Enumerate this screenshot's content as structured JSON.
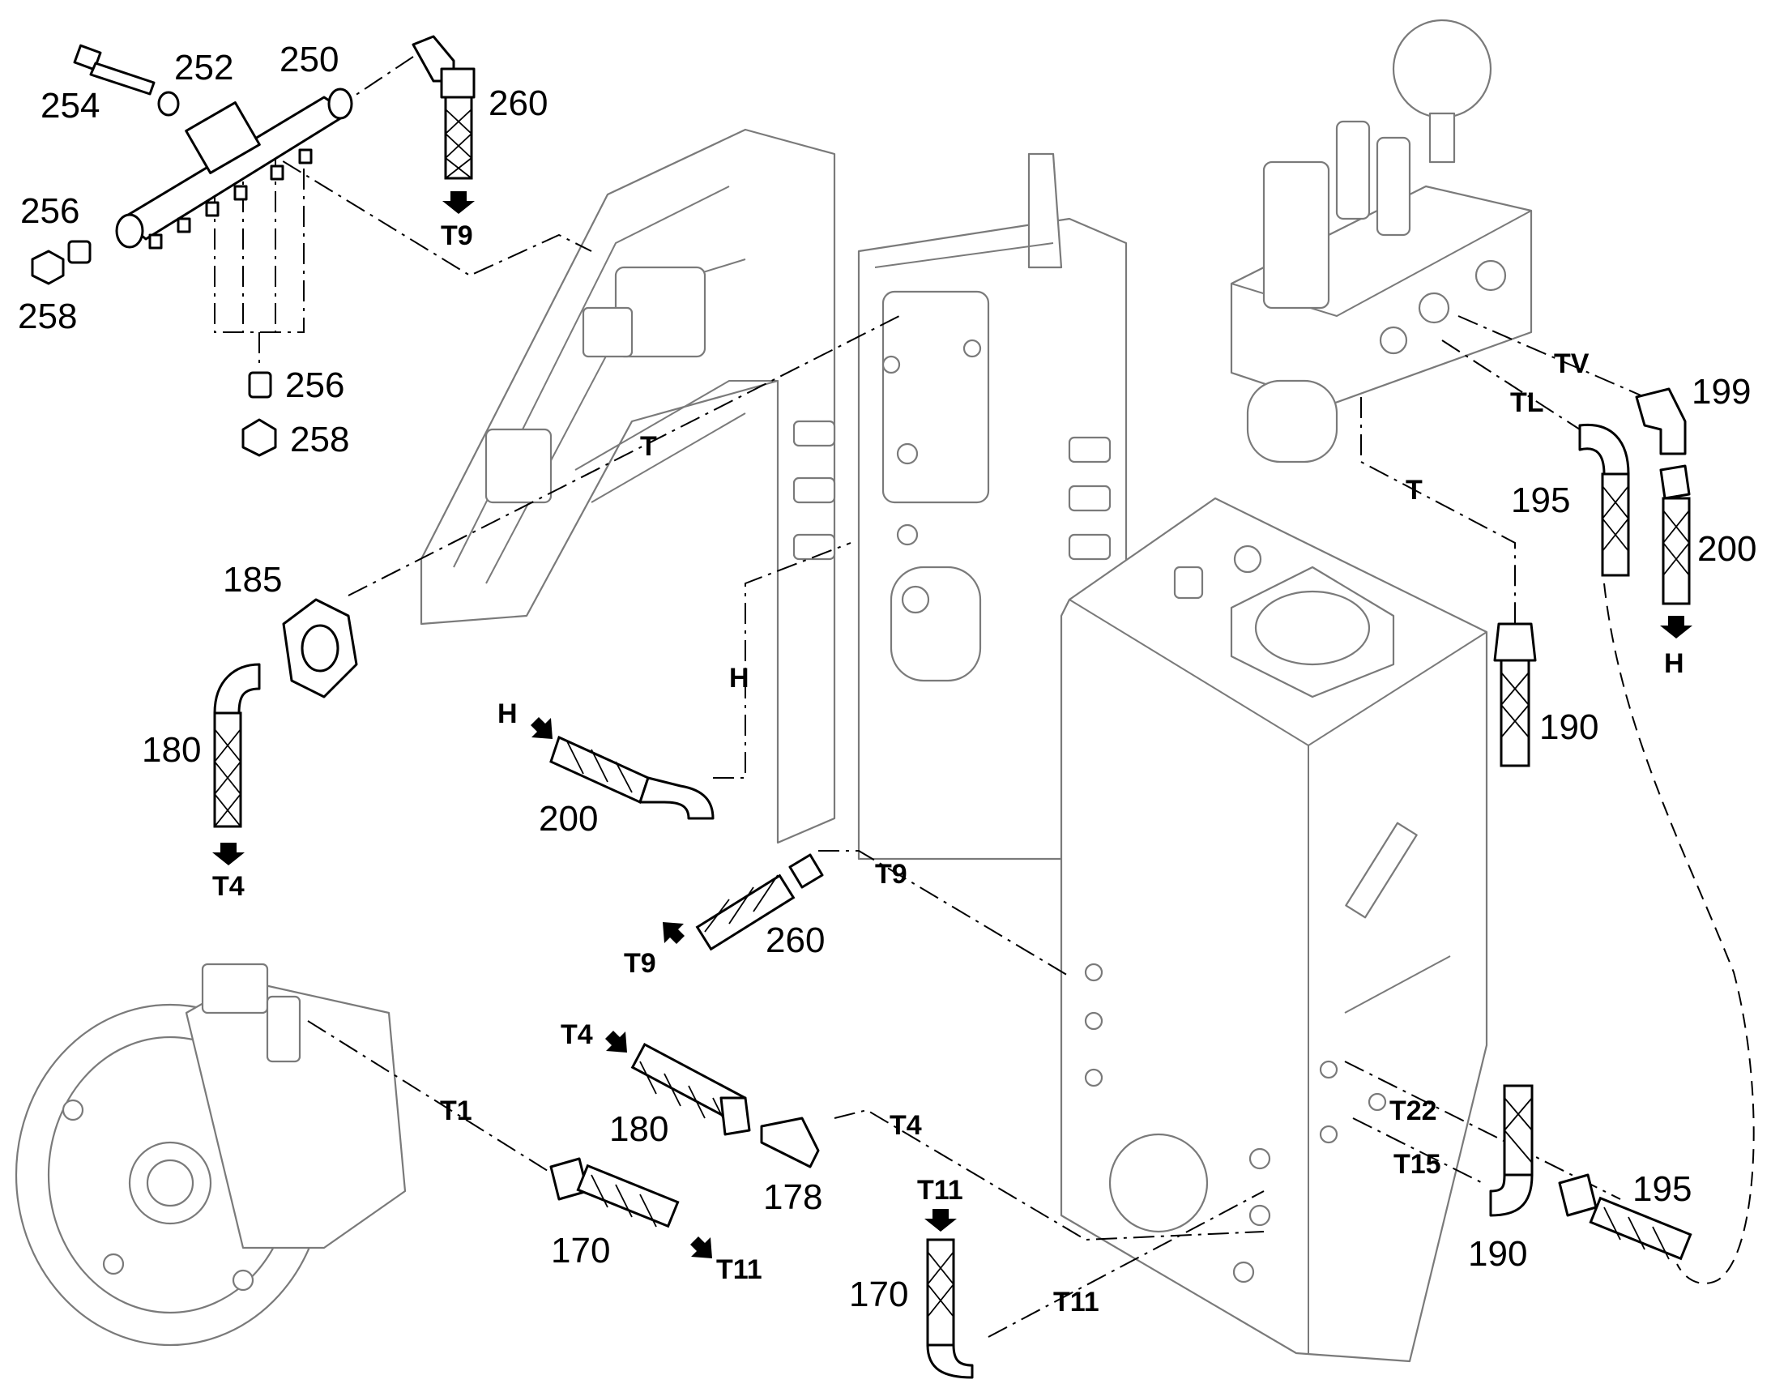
{
  "part_numbers": {
    "n254": "254",
    "n252": "252",
    "n250": "250",
    "n260_top": "260",
    "n256_a": "256",
    "n258_a": "258",
    "n256_b": "256",
    "n258_b": "258",
    "n185": "185",
    "n180_left": "180",
    "n200_mid": "200",
    "n260_mid": "260",
    "n199": "199",
    "n195_top": "195",
    "n200_right": "200",
    "n190_top": "190",
    "n180_bot": "180",
    "n178": "178",
    "n170_a": "170",
    "n170_b": "170",
    "n190_bot": "190",
    "n195_bot": "195"
  },
  "line_labels": {
    "t9_top": "T9",
    "t_mid": "T",
    "t4_left": "T4",
    "h_lead": "H",
    "h_arrow": "H",
    "t9_lead": "T9",
    "t9_arrow": "T9",
    "tv": "TV",
    "tl": "TL",
    "t_right": "T",
    "h_right": "H",
    "t1": "T1",
    "t11_a": "T11",
    "t4_arrow": "T4",
    "t4_lead": "T4",
    "t11_b": "T11",
    "t11_c": "T11",
    "t22": "T22",
    "t15": "T15"
  }
}
